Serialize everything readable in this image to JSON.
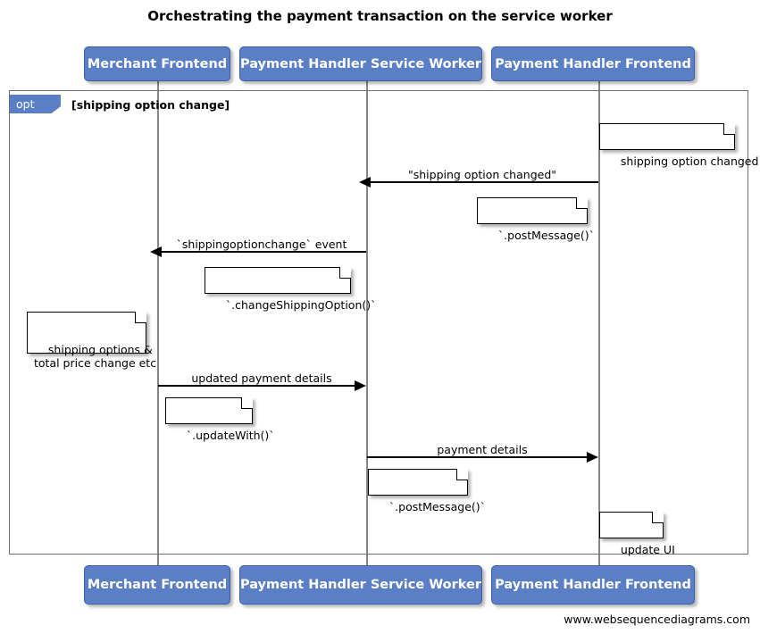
{
  "title": "Orchestrating the payment transaction on the service worker",
  "footer": "www.websequencediagrams.com",
  "colors": {
    "participant_fill": "#5b7fc7",
    "participant_border": "#3d5fa8",
    "participant_text": "#ffffff",
    "fragment_border": "#6e6e6e",
    "lifeline": "#808080",
    "note_fill": "#ffffff",
    "note_border": "#000000",
    "arrow": "#000000",
    "background": "#ffffff"
  },
  "participants": [
    {
      "id": "merchant-frontend",
      "label": "Merchant Frontend"
    },
    {
      "id": "payment-handler-service-worker",
      "label": "Payment Handler Service Worker"
    },
    {
      "id": "payment-handler-frontend",
      "label": "Payment Handler Frontend"
    }
  ],
  "fragment": {
    "type": "opt",
    "tab_label": "opt",
    "guard": "[shipping option change]"
  },
  "messages": [
    {
      "id": "msg-shipping-option-changed",
      "label": "\"shipping option changed\"",
      "from": "payment-handler-frontend",
      "to": "payment-handler-service-worker",
      "direction": "left"
    },
    {
      "id": "msg-shippingoptionchange-event",
      "label": "`shippingoptionchange` event",
      "from": "payment-handler-service-worker",
      "to": "merchant-frontend",
      "direction": "left"
    },
    {
      "id": "msg-updated-payment-details",
      "label": "updated payment details",
      "from": "merchant-frontend",
      "to": "payment-handler-service-worker",
      "direction": "right"
    },
    {
      "id": "msg-payment-details",
      "label": "payment details",
      "from": "payment-handler-service-worker",
      "to": "payment-handler-frontend",
      "direction": "right"
    }
  ],
  "notes": [
    {
      "id": "note-shipping-option-changed",
      "text": "shipping option changed",
      "attached_to": "payment-handler-frontend"
    },
    {
      "id": "note-post-message-1",
      "text": "`.postMessage()`",
      "attached_to": "payment-handler-frontend"
    },
    {
      "id": "note-change-shipping-option",
      "text": "`.changeShippingOption()`",
      "attached_to": "payment-handler-service-worker"
    },
    {
      "id": "note-shipping-options-total-price",
      "text": "shipping options &\ntotal price change etc",
      "attached_to": "merchant-frontend"
    },
    {
      "id": "note-update-with",
      "text": "`.updateWith()`",
      "attached_to": "merchant-frontend"
    },
    {
      "id": "note-post-message-2",
      "text": "`.postMessage()`",
      "attached_to": "payment-handler-service-worker"
    },
    {
      "id": "note-update-ui",
      "text": "update UI",
      "attached_to": "payment-handler-frontend"
    }
  ]
}
